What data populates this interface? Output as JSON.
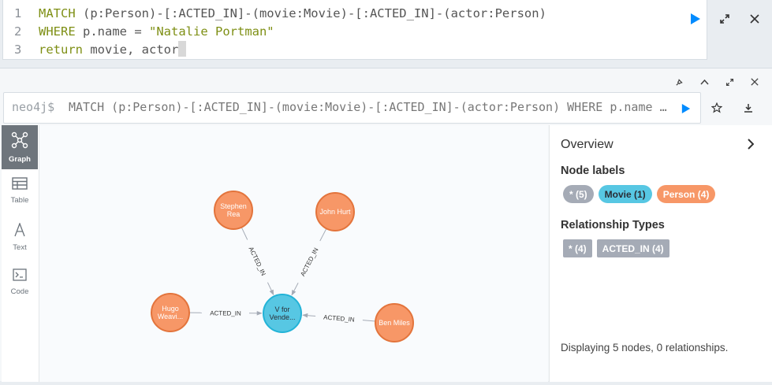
{
  "editor": {
    "lines": [
      {
        "num": "1",
        "parts": [
          {
            "t": "MATCH",
            "c": "kw"
          },
          {
            "t": " (p:Person)-[:ACTED_IN]-(movie:Movie)-[:ACTED_IN]-(actor:Person)",
            "c": ""
          }
        ]
      },
      {
        "num": "2",
        "parts": [
          {
            "t": "WHERE",
            "c": "kw"
          },
          {
            "t": " p.name = ",
            "c": ""
          },
          {
            "t": "\"Natalie Portman\"",
            "c": "str"
          }
        ]
      },
      {
        "num": "3",
        "parts": [
          {
            "t": "return",
            "c": "kw"
          },
          {
            "t": " movie, actor",
            "c": ""
          }
        ]
      }
    ]
  },
  "frame": {
    "prompt": "neo4j$",
    "query": "MATCH (p:Person)-[:ACTED_IN]-(movie:Movie)-[:ACTED_IN]-(actor:Person) WHERE p.name = \"Natalie Portman\" return movie, actor"
  },
  "views": [
    {
      "label": "Graph",
      "icon": "graph-icon",
      "active": true
    },
    {
      "label": "Table",
      "icon": "table-icon",
      "active": false
    },
    {
      "label": "Text",
      "icon": "text-icon",
      "active": false
    },
    {
      "label": "Code",
      "icon": "code-icon",
      "active": false
    }
  ],
  "graph": {
    "nodes": [
      {
        "id": "n1",
        "label": "Stephen Rea",
        "lines": [
          "Stephen",
          "Rea"
        ],
        "type": "Person"
      },
      {
        "id": "n2",
        "label": "John Hurt",
        "lines": [
          "John Hurt"
        ],
        "type": "Person"
      },
      {
        "id": "n3",
        "label": "Hugo Weavi...",
        "lines": [
          "Hugo",
          "Weavi..."
        ],
        "type": "Person"
      },
      {
        "id": "n4",
        "label": "V for Vende...",
        "lines": [
          "V for",
          "Vende..."
        ],
        "type": "Movie"
      },
      {
        "id": "n5",
        "label": "Ben Miles",
        "lines": [
          "Ben Miles"
        ],
        "type": "Person"
      }
    ],
    "edges": [
      {
        "from": "n1",
        "to": "n4",
        "label": "ACTED_IN"
      },
      {
        "from": "n2",
        "to": "n4",
        "label": "ACTED_IN"
      },
      {
        "from": "n3",
        "to": "n4",
        "label": "ACTED_IN"
      },
      {
        "from": "n5",
        "to": "n4",
        "label": "ACTED_IN"
      }
    ],
    "colors": {
      "Person": "#f79767",
      "PersonStroke": "#e3743c",
      "Movie": "#57c7e3",
      "MovieStroke": "#23b3d7",
      "edge": "#a5abb6"
    }
  },
  "overview": {
    "title": "Overview",
    "node_labels_heading": "Node labels",
    "node_labels": [
      {
        "text": "* (5)",
        "color": "#a5abb6"
      },
      {
        "text": "Movie (1)",
        "color": "#57c7e3",
        "textColor": "#2a2c34"
      },
      {
        "text": "Person (4)",
        "color": "#f79767"
      }
    ],
    "rel_types_heading": "Relationship Types",
    "rel_types": [
      {
        "text": "* (4)"
      },
      {
        "text": "ACTED_IN (4)"
      }
    ],
    "summary": "Displaying 5 nodes, 0 relationships."
  }
}
